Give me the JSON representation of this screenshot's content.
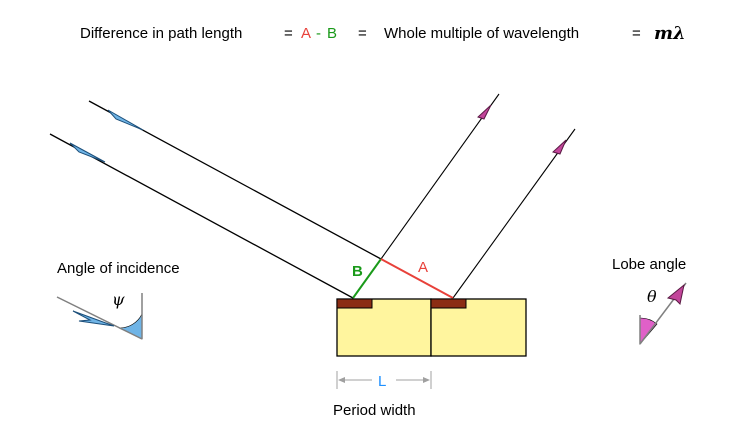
{
  "header": {
    "prefix": "Difference in path length",
    "eq1": "=",
    "a": "A",
    "dash": "-",
    "b": "B",
    "eq2": "=",
    "middle": "Whole multiple of wavelength",
    "eq3": "=",
    "formula": "mλ"
  },
  "labels": {
    "angle_of_incidence": "Angle of incidence",
    "lobe_angle": "Lobe angle",
    "period_width": "Period width",
    "segment_a": "A",
    "segment_b": "B",
    "length_l": "L",
    "psi": "ψ",
    "theta": "θ"
  },
  "colors": {
    "a_red": "#e8413a",
    "b_green": "#1a9a1a",
    "l_blue": "#1e90ff",
    "block_fill": "#fff59e",
    "block_stroke": "#000000",
    "cap_brown": "#8b2d14",
    "incident_arrow": "#6fb4e6",
    "reflected_arrow": "#c2459a",
    "psi_wedge": "#6fb4e6",
    "theta_wedge": "#e060c8",
    "dimension_gray": "#a0a0a0"
  }
}
